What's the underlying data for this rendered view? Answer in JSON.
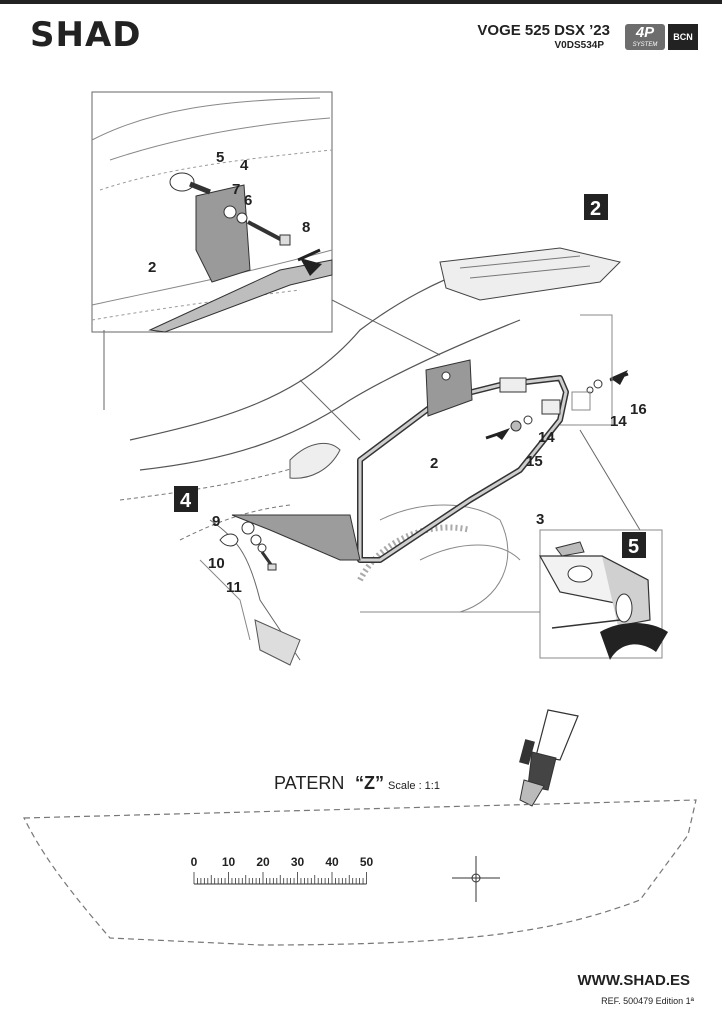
{
  "header": {
    "brand": "SHAD",
    "model": "VOGE 525 DSX ’23",
    "model_ref": "V0DS534P",
    "badge_4p": "4P",
    "badge_4p_sub": "SYSTEM",
    "badge_bcn": "BCN"
  },
  "steps": {
    "step2": "2",
    "step4": "4",
    "step5": "5"
  },
  "callouts": {
    "c5": "5",
    "c4": "4",
    "c7": "7",
    "c6": "6",
    "c8": "8",
    "c2_detail": "2",
    "c2_frame": "2",
    "c16": "16",
    "c14a": "14",
    "c14b": "14",
    "c15": "15",
    "c3": "3",
    "c9": "9",
    "c10": "10",
    "c11": "11"
  },
  "pattern": {
    "title": "PATERN",
    "letter": "“Z”",
    "scale": "Scale : 1:1",
    "ticks": [
      "0",
      "10",
      "20",
      "30",
      "40",
      "50"
    ]
  },
  "footer": {
    "url": "WWW.SHAD.ES",
    "ref": "REF. 500479 Edition 1ª"
  }
}
